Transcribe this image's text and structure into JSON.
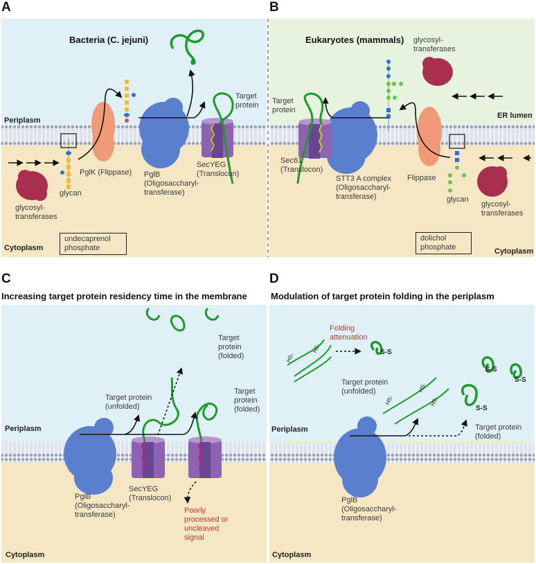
{
  "colors": {
    "periplasm": "#dff0f7",
    "er_lumen": "#e6f4df",
    "cytoplasm": "#f5e6c4",
    "protein_green": "#1e9a2a",
    "pglb_blue": "#5b7fcf",
    "flippase_orange": "#f09a78",
    "glycosyltransferase_red": "#a8304e",
    "translocon_purple": "#8d62b0",
    "annotation_red": "#c0392b"
  },
  "panel_a": {
    "label": "A",
    "title": "Bacteria (C. jejuni)",
    "periplasm": "Periplasm",
    "cytoplasm": "Cytoplasm",
    "target_protein": "Target\nprotein",
    "flippase": "PglK (Flippase)",
    "ost": "PglB\n(Oligosaccharyl-\ntransferase)",
    "translocon": "SecYEG\n(Translocon)",
    "glycan": "glycan",
    "glycosyltransferases": "glycosyl-\ntransferases",
    "legend": "undecaprenol\nphosphate"
  },
  "panel_b": {
    "label": "B",
    "title": "Eukaryotes (mammals)",
    "glycosyltransferases_top": "glycosyl-\ntransferases",
    "er_lumen": "ER lumen",
    "target_protein": "Target\nprotein",
    "translocon": "Sec61\n(Translocon)",
    "ost": "STT3 A complex\n(Oligosaccharyl-\ntransferase)",
    "flippase": "Flippase",
    "glycan": "glycan",
    "glycosyltransferases_bottom": "glycosyl-\ntransferases",
    "legend": "dolichol\nphosphate",
    "cytoplasm": "Cytoplasm"
  },
  "panel_c": {
    "label": "C",
    "title": "Increasing target protein residency time in the membrane",
    "folded_top": "Target\nprotein\n(folded)",
    "unfolded": "Target protein\n(unfolded)",
    "folded_right": "Target\nprotein\n(folded)",
    "periplasm": "Periplasm",
    "ost": "PglB\n(Oligosaccharyl-\ntransferase)",
    "translocon": "SecYEG\n(Translocon)",
    "poor_signal": "Poorly\nprocessed or\nuncleaved\nsignal",
    "cytoplasm": "Cytoplasm"
  },
  "panel_d": {
    "label": "D",
    "title": "Modulation of target protein folding in the periplasm",
    "folding_attenuation": "Folding\nattenuation",
    "unfolded": "Target protein\n(unfolded)",
    "folded": "Target protein\n(folded)",
    "periplasm": "Periplasm",
    "ost": "PglB\n(Oligosaccharyl-\ntransferase)",
    "cytoplasm": "Cytoplasm",
    "disulfide": "S-S",
    "thiol": "HS-"
  }
}
